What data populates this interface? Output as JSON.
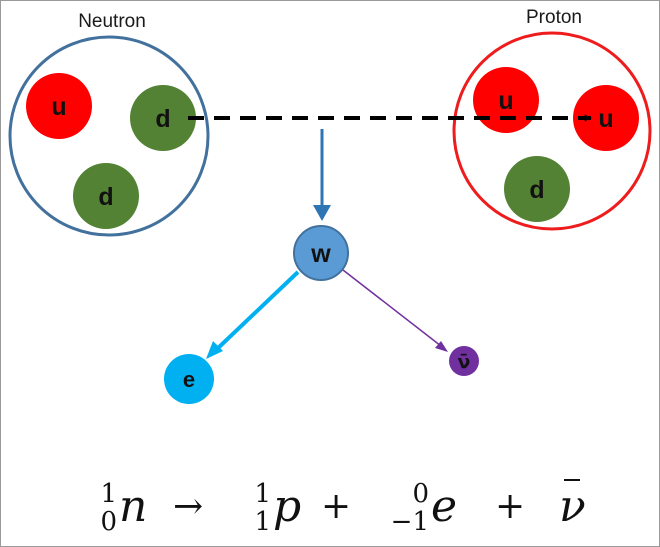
{
  "particles": {
    "neutron": {
      "label": "Neutron",
      "quarks": [
        "u",
        "d",
        "d"
      ],
      "ring_color": "#41719c"
    },
    "proton": {
      "label": "Proton",
      "quarks": [
        "u",
        "u",
        "d"
      ],
      "ring_color": "#ee1c1c"
    },
    "w_boson": {
      "label": "w",
      "color": "#5b9bd5"
    },
    "electron": {
      "label": "e",
      "color": "#00b0f0"
    },
    "antineutrino": {
      "label": "ν̄",
      "color": "#7030a0"
    }
  },
  "colors": {
    "up_quark": "#ff0000",
    "down_quark": "#548235",
    "arrow_to_w": "#2e75b6",
    "arrow_to_electron": "#00b0f0",
    "arrow_to_antineutrino": "#7030a0",
    "dashed_arrow": "#000000"
  },
  "equation": {
    "neutron": {
      "symbol": "n",
      "mass_number": "1",
      "charge_number": "0"
    },
    "arrow": "→",
    "proton": {
      "symbol": "p",
      "mass_number": "1",
      "charge_number": "1"
    },
    "plus_1": "+",
    "electron": {
      "symbol": "e",
      "mass_number": "0",
      "charge_number": "−1"
    },
    "plus_2": "+",
    "antineutrino": {
      "symbol": "ν"
    }
  }
}
